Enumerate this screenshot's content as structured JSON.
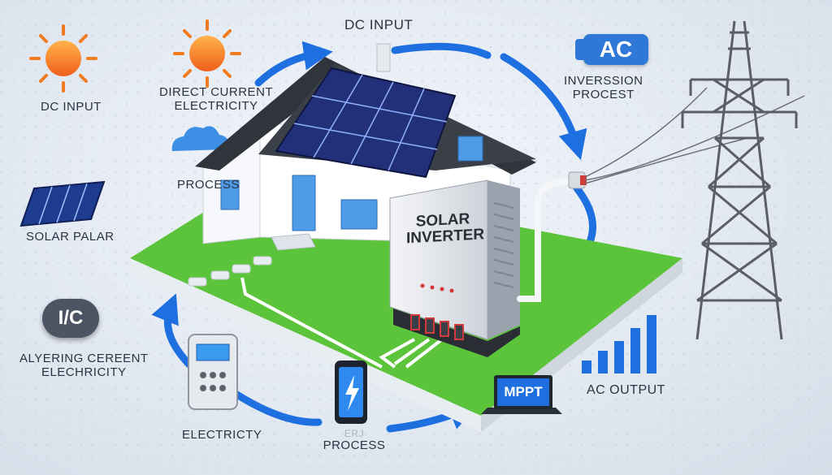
{
  "labels": {
    "dc_input_top": "DC INPUT",
    "dc_input_left": "DC INPUT",
    "direct_current_line1": "DIRECT CURRENT",
    "direct_current_line2": "ELECTRICITY",
    "process_left": "PROCESS",
    "solar_panel": "SOLAR PALAR",
    "ac_badge": "AC",
    "inversion_line1": "INVERSSION",
    "inversion_line2": "PROCEST",
    "hc_badge": "I/C",
    "alternating_line1": "ALYERING CEREENT",
    "alternating_line2": "ELECHRICITY",
    "electricity_bottom": "ELECTRICTY",
    "process_bottom_faint": "ERJ",
    "process_bottom": "PROCESS",
    "mppt": "MPPT",
    "ac_output": "AC OUTPUT",
    "inverter_line1": "SOLAR",
    "inverter_line2": "INVERTER"
  },
  "bar_levels": [
    0.2,
    0.35,
    0.5,
    0.7,
    0.9
  ],
  "colors": {
    "arrow_blue": "#1e6fe0",
    "grass_green": "#5cc43a",
    "panel_blue": "#22307a",
    "sun_orange": "#f07a1e",
    "tower_gray": "#5a5f66"
  },
  "icons": [
    "sun-icon",
    "cloud-icon",
    "solar-panel-icon",
    "meter-icon",
    "phone-icon",
    "laptop-icon",
    "bar-chart-icon",
    "transmission-tower-icon",
    "house-icon",
    "inverter-icon"
  ]
}
